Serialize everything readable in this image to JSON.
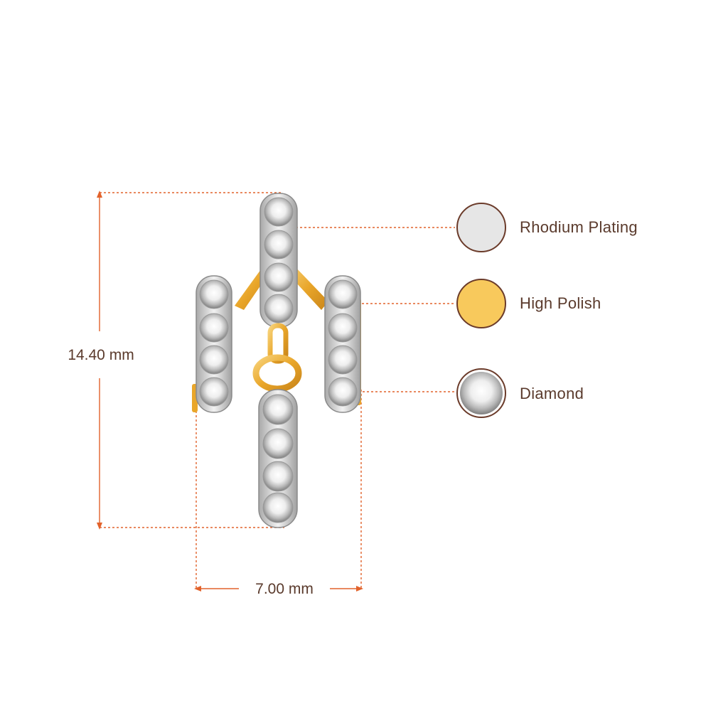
{
  "dimensions": {
    "height_label": "14.40 mm",
    "width_label": "7.00 mm"
  },
  "legend": [
    {
      "label": "Rhodium Plating",
      "swatch": "rhodium-swatch-icon",
      "color": "#e6e6e6"
    },
    {
      "label": "High Polish",
      "swatch": "gold-swatch-icon",
      "color": "#f8c95c"
    },
    {
      "label": "Diamond",
      "swatch": "diamond-swatch-icon",
      "color": "#f2f2f2"
    }
  ],
  "colors": {
    "dimension_line": "#e2622b",
    "label_text": "#5a3a2c",
    "swatch_border": "#6b3b2a",
    "gold": "#f0b43a",
    "metal_white": "#c9c9c9"
  }
}
